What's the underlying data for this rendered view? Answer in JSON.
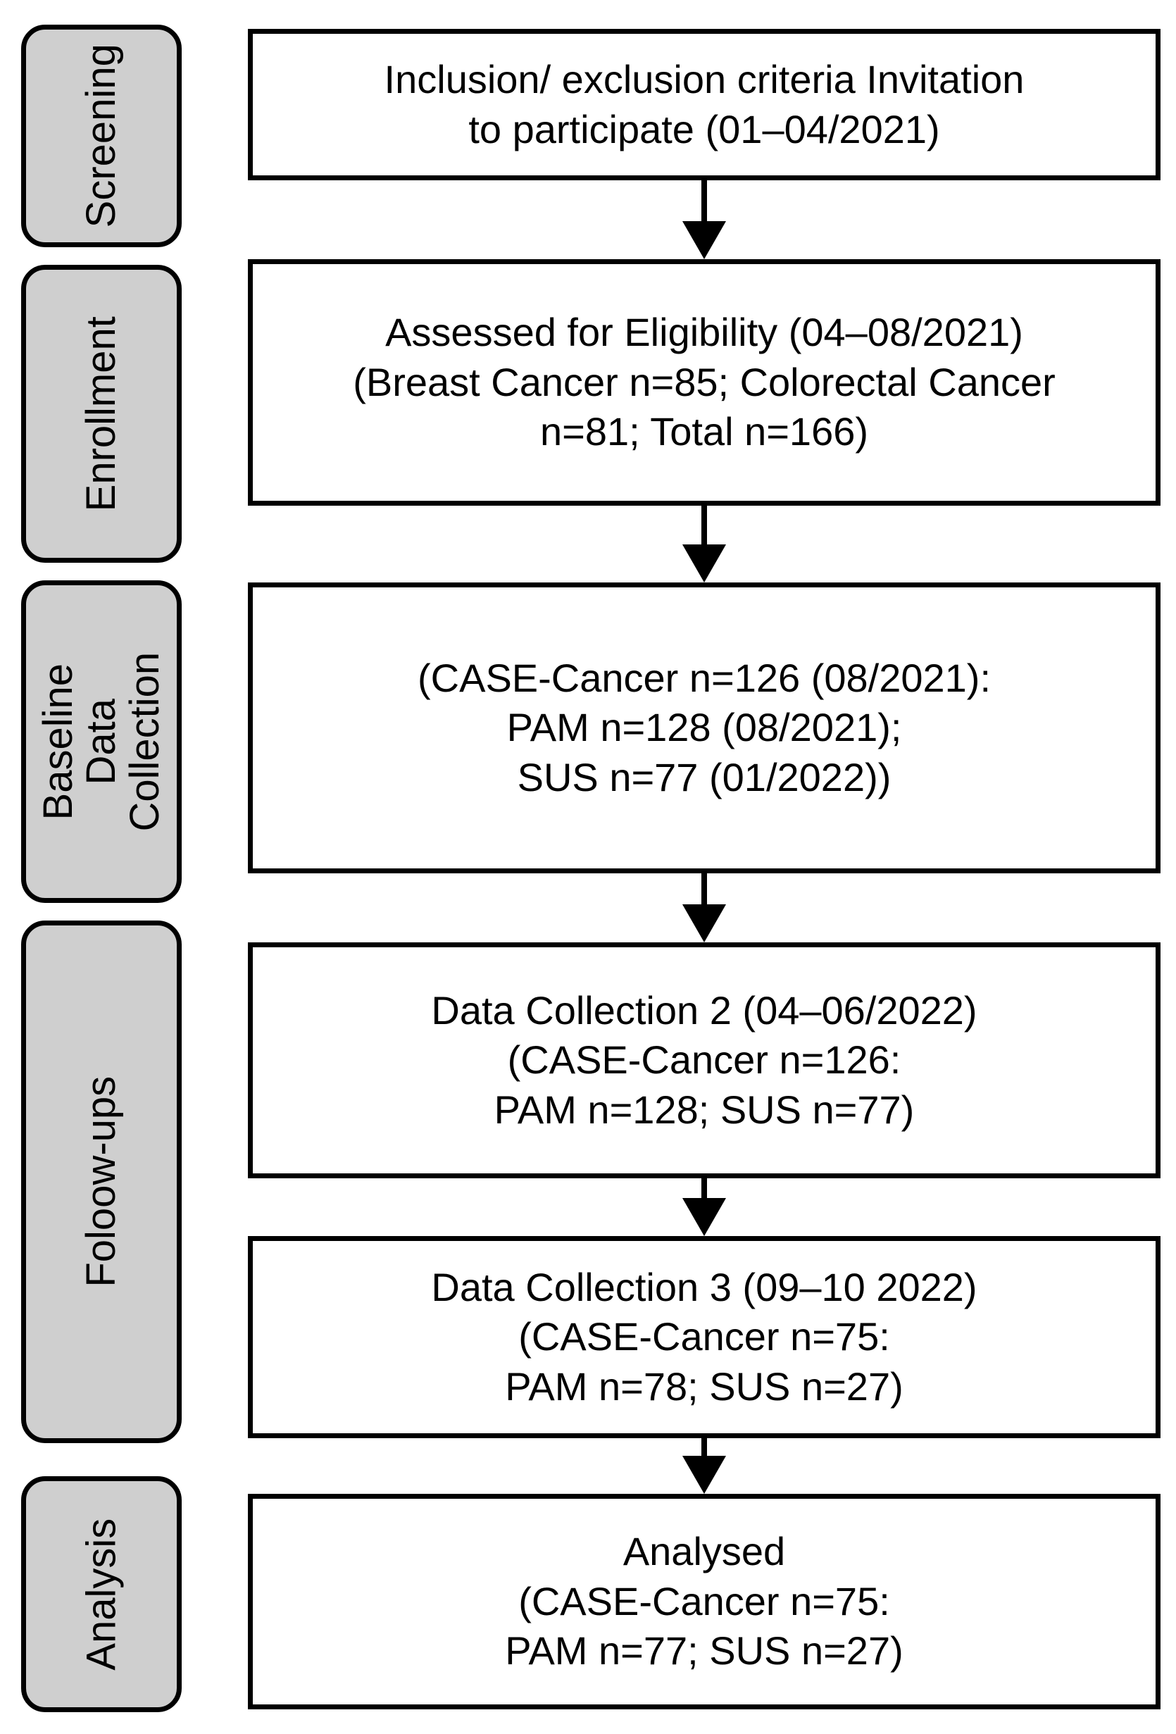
{
  "figure": {
    "kind": "participant-flow-diagram",
    "accent_color": "#000000",
    "stage_fill_color": "#cfcfcf",
    "box_fill_color": "#ffffff"
  },
  "stages": [
    {
      "id": "screening",
      "label": "Screening"
    },
    {
      "id": "enrollment",
      "label": "Enrollment"
    },
    {
      "id": "baseline",
      "label": "Baseline Data Collection",
      "line1": "Baseline Data",
      "line2": "Collection"
    },
    {
      "id": "followups",
      "label": "Foloow-ups"
    },
    {
      "id": "analysis",
      "label": "Analysis"
    }
  ],
  "steps": [
    {
      "id": "screening-step",
      "lines": [
        "Inclusion/ exclusion criteria Invitation",
        "to participate (01–04/2021)"
      ]
    },
    {
      "id": "eligibility-step",
      "lines": [
        "Assessed for Eligibility (04–08/2021)",
        "(Breast Cancer n=85; Colorectal Cancer",
        "n=81; Total n=166)"
      ]
    },
    {
      "id": "baseline-step",
      "lines": [
        "(CASE-Cancer n=126 (08/2021):",
        "PAM n=128 (08/2021);",
        "SUS n=77 (01/2022))"
      ]
    },
    {
      "id": "data-collection-2-step",
      "lines": [
        "Data Collection 2 (04–06/2022)",
        "(CASE-Cancer n=126:",
        "PAM n=128; SUS n=77)"
      ]
    },
    {
      "id": "data-collection-3-step",
      "lines": [
        "Data Collection 3 (09–10 2022)",
        "(CASE-Cancer n=75:",
        "PAM n=78; SUS n=27)"
      ]
    },
    {
      "id": "analysed-step",
      "lines": [
        "Analysed",
        "(CASE-Cancer n=75:",
        "PAM n=77; SUS n=27)"
      ]
    }
  ],
  "counts": {
    "breast_cancer_assessed": 85,
    "colorectal_cancer_assessed": 81,
    "total_assessed": 166,
    "baseline_case_cancer": 126,
    "baseline_pam": 128,
    "baseline_sus": 77,
    "dc2_case_cancer": 126,
    "dc2_pam": 128,
    "dc2_sus": 77,
    "dc3_case_cancer": 75,
    "dc3_pam": 78,
    "dc3_sus": 27,
    "analysed_case_cancer": 75,
    "analysed_pam": 77,
    "analysed_sus": 27
  },
  "arrows": [
    {
      "id": "arrow-screening-to-enrollment"
    },
    {
      "id": "arrow-enrollment-to-baseline"
    },
    {
      "id": "arrow-baseline-to-dc2"
    },
    {
      "id": "arrow-dc2-to-dc3"
    },
    {
      "id": "arrow-dc3-to-analysed"
    }
  ]
}
